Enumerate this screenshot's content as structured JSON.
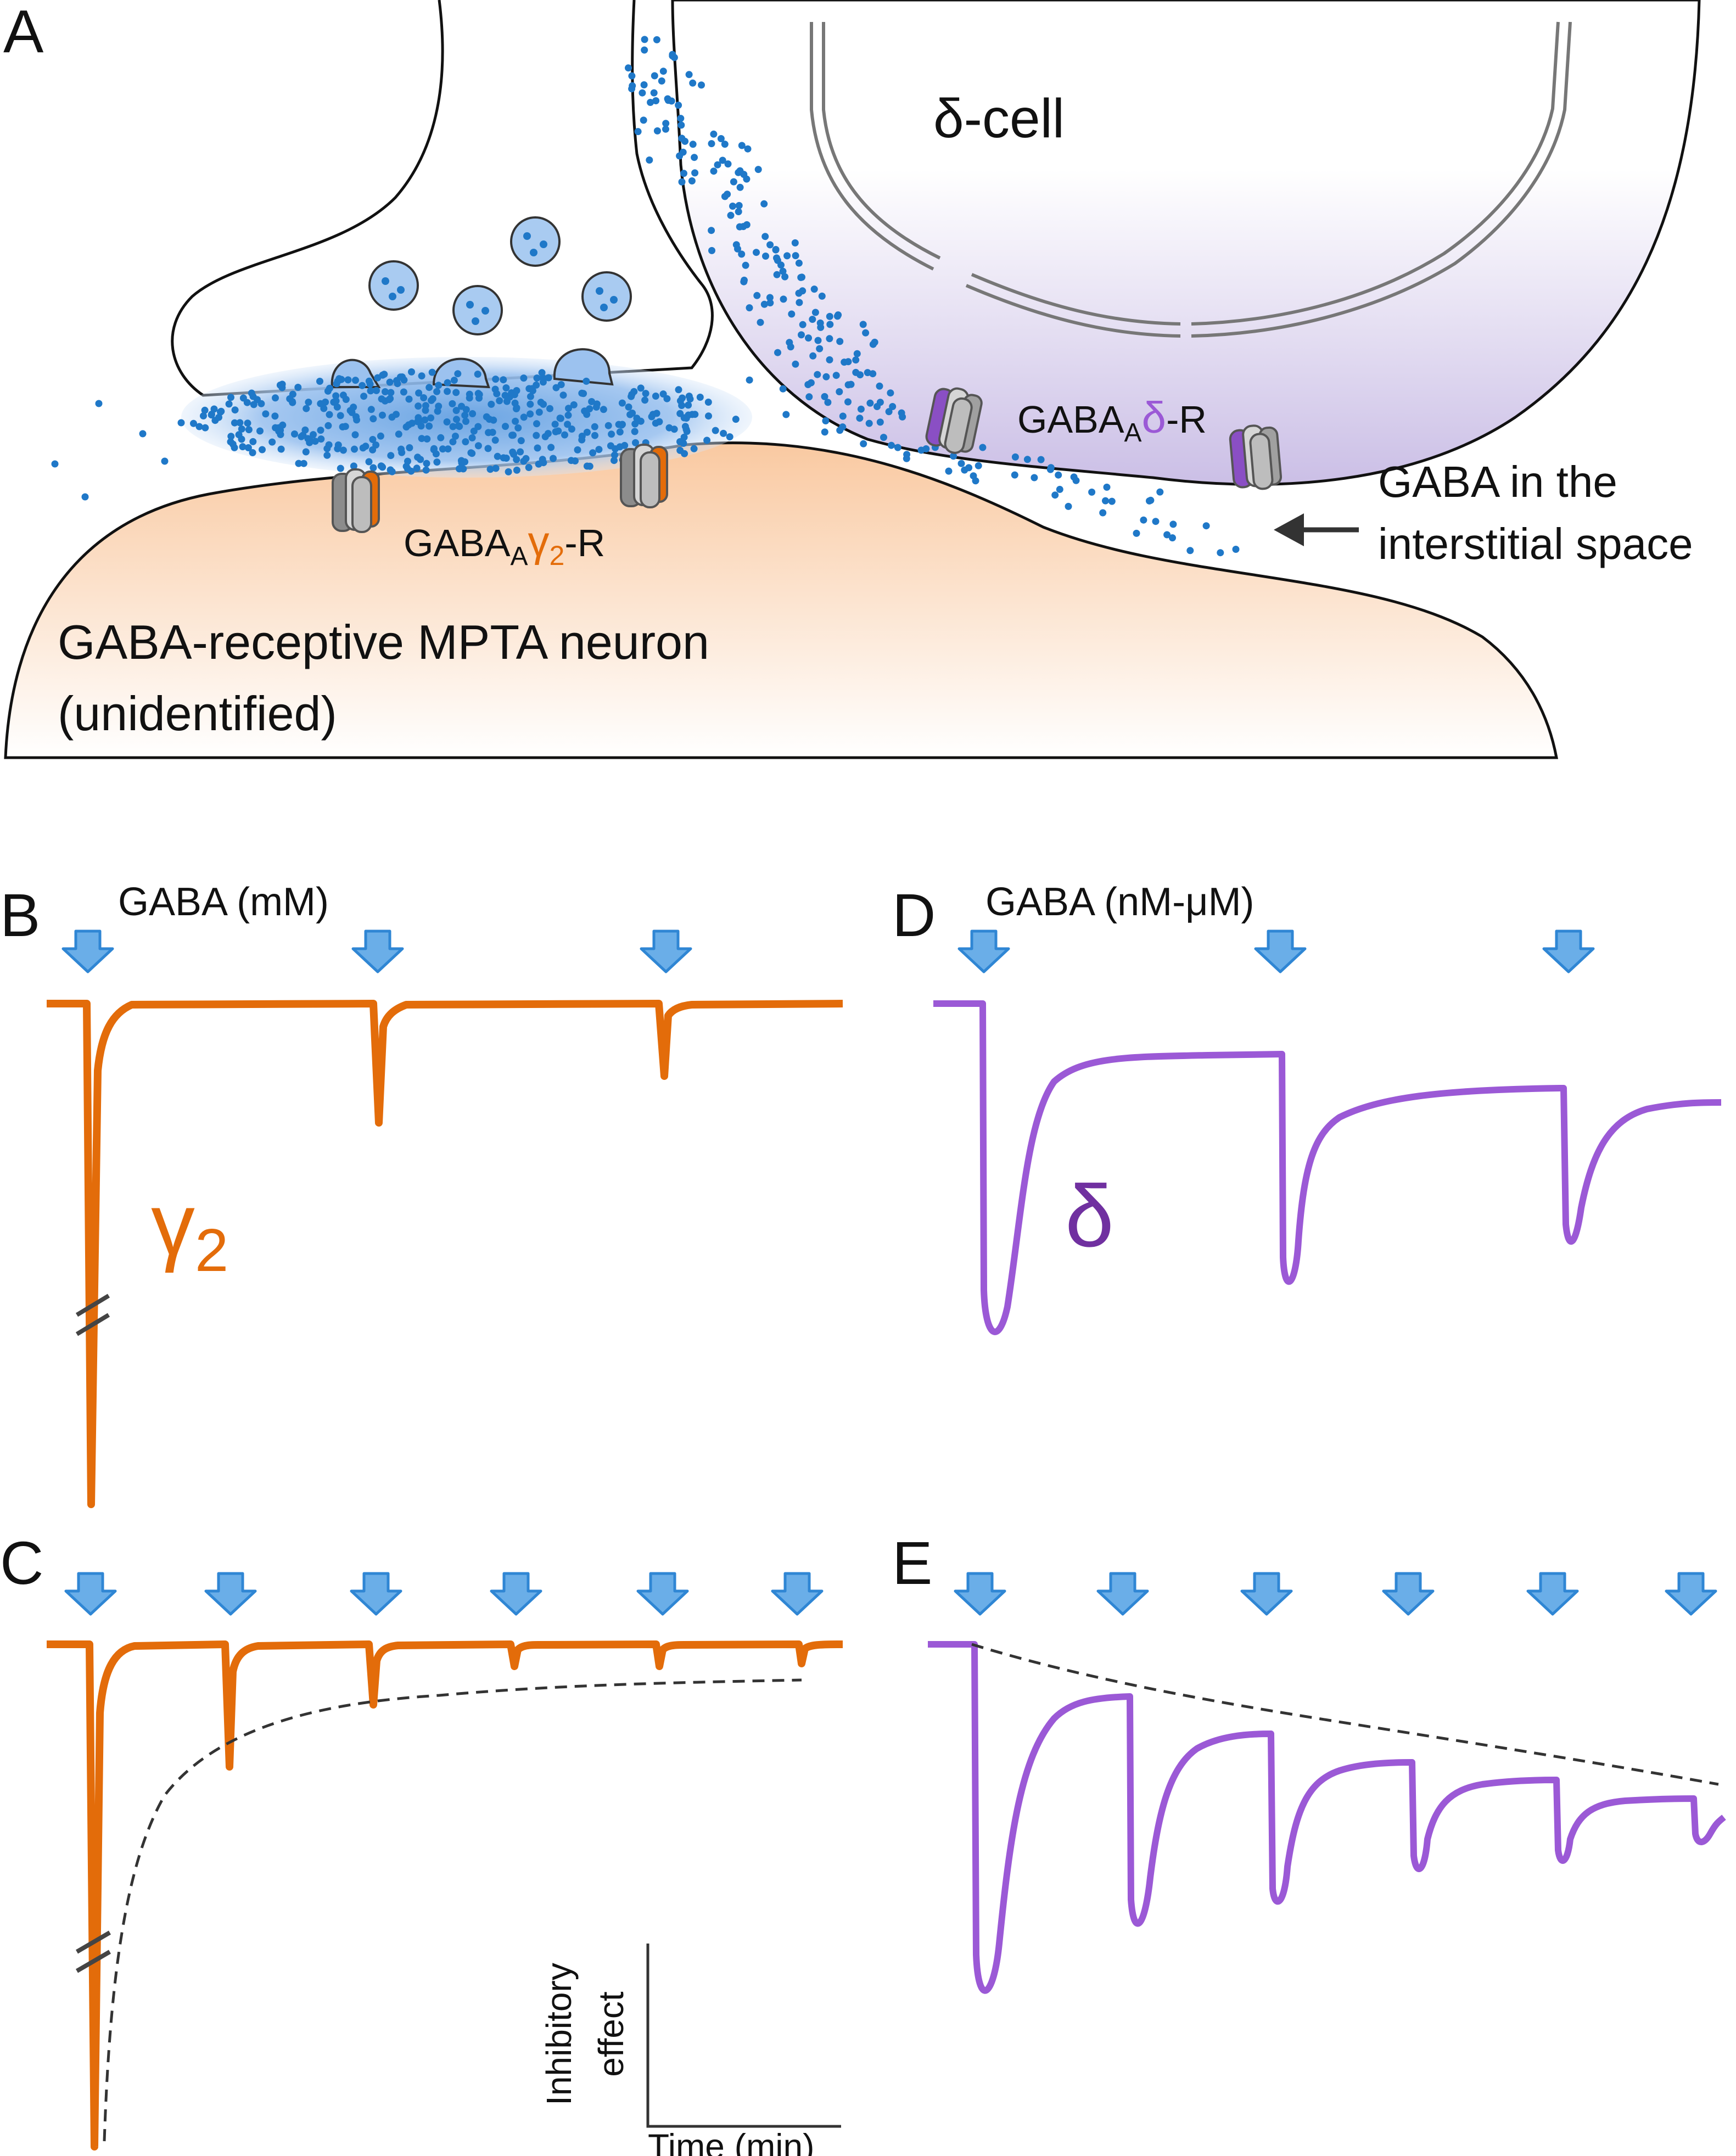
{
  "panel_a": {
    "letter": "A",
    "delta_cell_label": "δ-cell",
    "receptor_delta": {
      "base": "GABA",
      "sub": "A",
      "greek": "δ",
      "suffix": "-R"
    },
    "receptor_gamma": {
      "base": "GABA",
      "sub": "A",
      "greek": "γ",
      "greek_sub": "2",
      "suffix": "-R"
    },
    "interstitial_label_1": "GABA in the",
    "interstitial_label_2": "interstitial space",
    "neuron_label_1": "GABA-receptive MPTA neuron",
    "neuron_label_2": "(unidentified)"
  },
  "panel_b": {
    "letter": "B",
    "stimulus_label": "GABA (mM)",
    "trace_label": "γ",
    "trace_label_sub": "2"
  },
  "panel_c": {
    "letter": "C"
  },
  "panel_d": {
    "letter": "D",
    "stimulus_label": "GABA (nM-μM)",
    "trace_label": "δ"
  },
  "panel_e": {
    "letter": "E"
  },
  "scale_bar": {
    "y_label_1": "Inhibitory",
    "y_label_2": "effect",
    "x_label": "Time (min)"
  },
  "colors": {
    "gamma_orange": "#e36c0a",
    "delta_purple": "#9b59d6",
    "delta_text": "#7030a0",
    "arrow_blue": "#6aaee8",
    "gaba_dot": "#1f78c8",
    "dashed": "#333333",
    "neuron_fill": "#fbd9bd",
    "delta_cell_fill": "#d3c9ea"
  }
}
